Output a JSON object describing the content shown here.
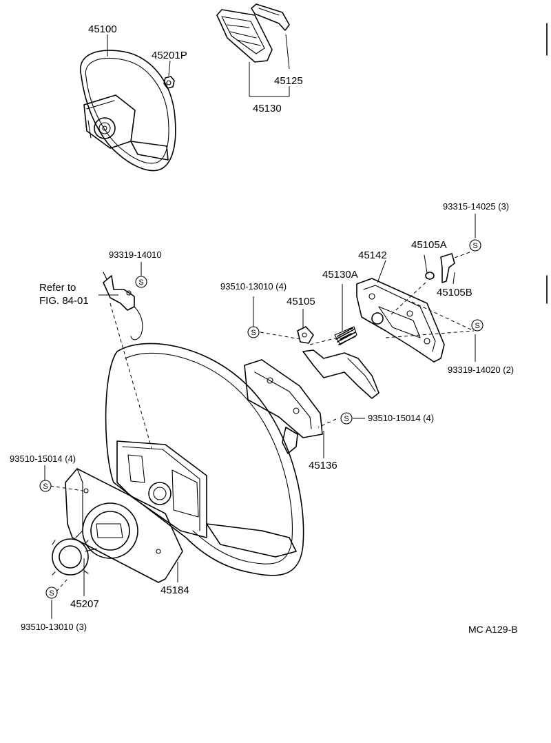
{
  "diagram": {
    "drawing_code": "MC  A129-B",
    "reference_note": {
      "line1": "Refer to",
      "line2": "FIG. 84-01"
    },
    "s_symbol": "S",
    "part_labels": {
      "p45100": "45100",
      "p45201P": "45201P",
      "p45125": "45125",
      "p45130": "45130",
      "p93315": "93315-14025 (3)",
      "p45105A": "45105A",
      "p45142": "45142",
      "p45130A": "45130A",
      "p45105B": "45105B",
      "p93319_14010": "93319-14010",
      "p93510_13010_4": "93510-13010 (4)",
      "p45105": "45105",
      "p93319_14020": "93319-14020 (2)",
      "p93510_15014_r": "93510-15014 (4)",
      "p45136": "45136",
      "p93510_15014_l": "93510-15014 (4)",
      "p45207": "45207",
      "p45184": "45184",
      "p93510_13010_3": "93510-13010 (3)"
    }
  }
}
